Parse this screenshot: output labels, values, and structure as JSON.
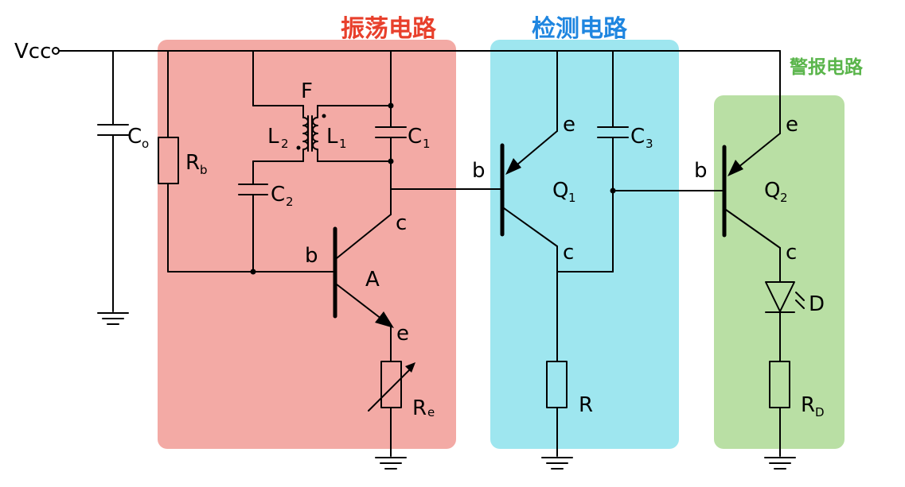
{
  "blocks": {
    "oscillator": {
      "title": "振荡电路",
      "fill": "#f3aaa5",
      "title_color": "#e8402c"
    },
    "detector": {
      "title": "检测电路",
      "fill": "#9ee6ef",
      "title_color": "#1f86e0"
    },
    "alarm": {
      "title": "警报电路",
      "fill": "#b9dfa4",
      "title_color": "#5ab54b"
    }
  },
  "labels": {
    "vcc": "Vcc",
    "c0": "C",
    "c0_sub": "o",
    "rb": "R",
    "rb_sub": "b",
    "f": "F",
    "l2": "L",
    "l2_sub": "2",
    "l1": "L",
    "l1_sub": "1",
    "c1": "C",
    "c1_sub": "1",
    "c2": "C",
    "c2_sub": "2",
    "c3": "C",
    "c3_sub": "3",
    "a": "A",
    "re": "R",
    "re_sub": "e",
    "r": "R",
    "rd": "R",
    "rd_sub": "D",
    "q1": "Q",
    "q1_sub": "1",
    "q2": "Q",
    "q2_sub": "2",
    "d": "D",
    "b_a": "b",
    "c_a": "c",
    "e_a": "e",
    "b_q1": "b",
    "c_q1": "c",
    "e_q1": "e",
    "b_q2": "b",
    "c_q2": "c",
    "e_q2": "e"
  },
  "colors": {
    "f_label": "#b12fd0",
    "a_label": "#e8402c"
  }
}
